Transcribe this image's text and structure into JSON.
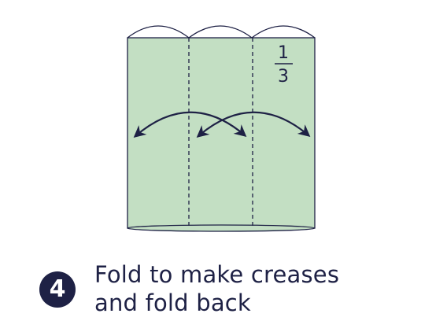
{
  "step": {
    "number": "4",
    "line1": "Fold to make creases",
    "line2": "and fold back"
  },
  "fraction": {
    "numerator": "1",
    "denominator": "3"
  },
  "colors": {
    "paper": "#c3dfc3",
    "ink": "#1e2145",
    "background": "#ffffff"
  }
}
